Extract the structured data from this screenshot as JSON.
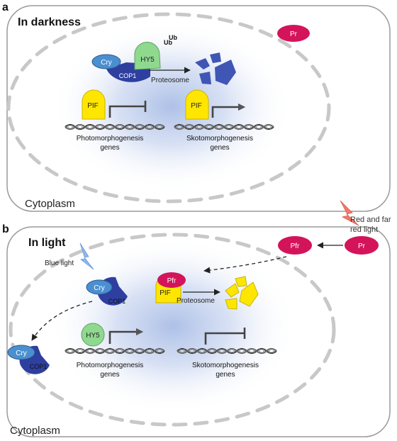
{
  "panel_a": {
    "letter": "a",
    "title": "In darkness",
    "cytoplasm": "Cytoplasm",
    "pr": "Pr",
    "cry": "Cry",
    "cop1": "COP1",
    "hy5": "HY5",
    "ub1": "Ub",
    "ub2": "Ub",
    "proteosome": "Proteosome",
    "pif_left": "PIF",
    "pif_right": "PIF",
    "photo_label_1": "Photomorphogenesis",
    "photo_label_2": "genes",
    "skoto_label_1": "Skotomorphogenesis",
    "skoto_label_2": "genes"
  },
  "panel_b": {
    "letter": "b",
    "title": "In light",
    "cytoplasm": "Cytoplasm",
    "blue_light": "Blue light",
    "red_light_1": "Red and far",
    "red_light_2": "red light",
    "pr": "Pr",
    "pfr_outer": "Pfr",
    "pfr_nucleus": "Pfr",
    "pif": "PIF",
    "proteosome": "Proteosome",
    "cry_inner": "Cry",
    "cop1_inner": "COP1",
    "cry_outer": "Cry",
    "cop1_outer": "COP1",
    "hy5": "HY5",
    "photo_label_1": "Photomorphogenesis",
    "photo_label_2": "genes",
    "skoto_label_1": "Skotomorphogenesis",
    "skoto_label_2": "genes"
  },
  "colors": {
    "cry": "#4a8fd0",
    "cop1": "#2e3fa0",
    "hy5": "#8fd98f",
    "pif": "#ffe600",
    "pr": "#d4145a",
    "fragments_blue": "#3f56b5",
    "fragments_yellow": "#ffe600",
    "nucleus_glow": "#a9bde6",
    "dashes": "#c8c8c8",
    "cell_border": "#9a9a9a",
    "red_light": "#f07a6a",
    "blue_light": "#8fb6ee"
  }
}
